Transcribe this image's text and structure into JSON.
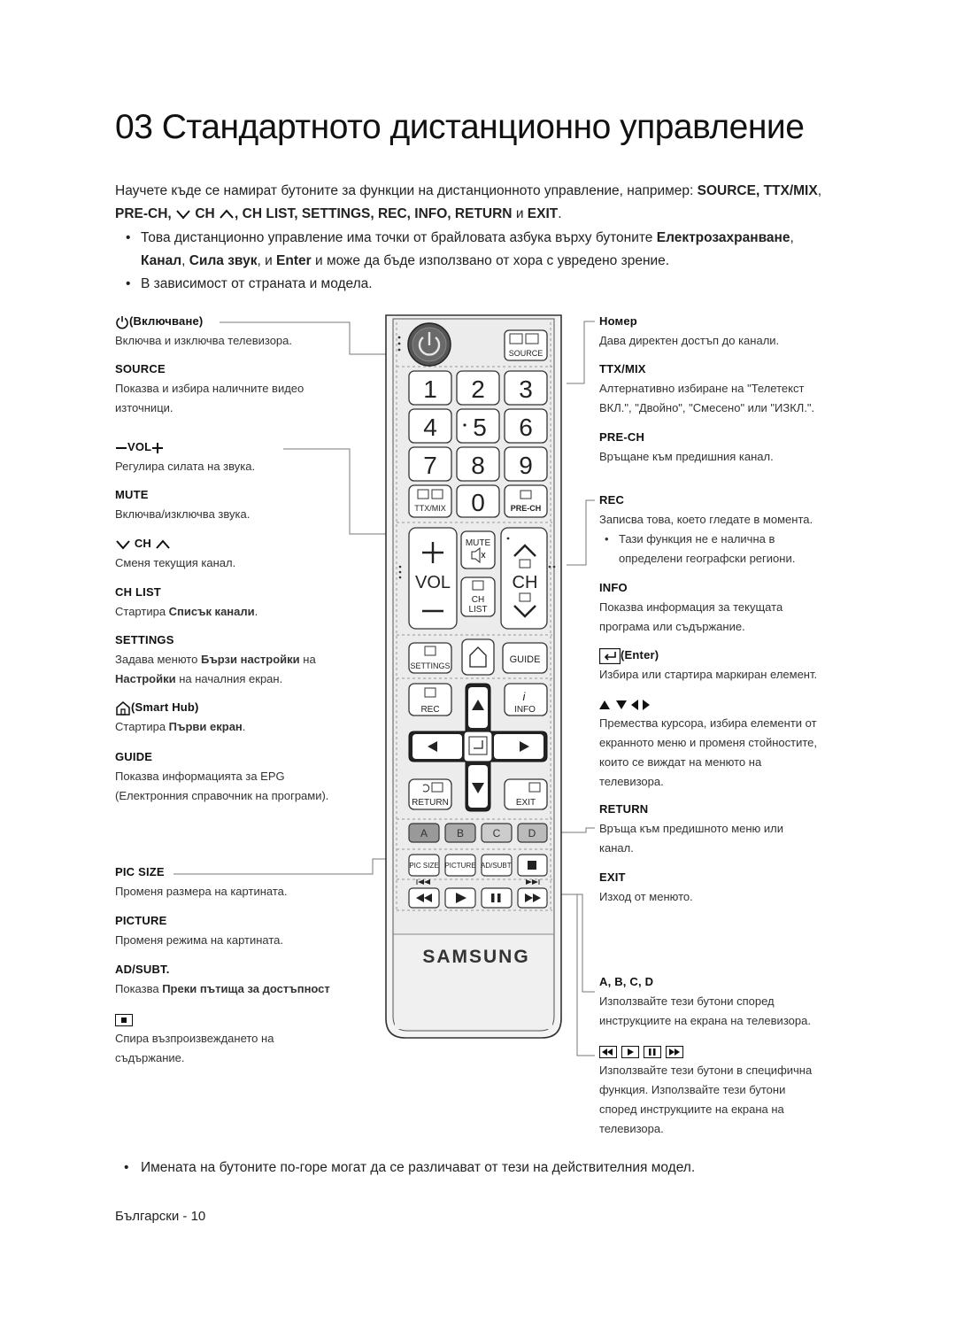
{
  "title": "03  Стандартното дистанционно управление",
  "intro": {
    "line1_pre": "Научете къде се намират бутоните за функции на дистанционното управление, например: ",
    "line1_keys": "SOURCE, TTX/MIX",
    "line1_post": ",",
    "line2_a": "PRE-CH, ",
    "line2_ch": " CH ",
    "line2_keys": ", CH LIST, SETTINGS, REC, INFO, RETURN",
    "line2_and": " и ",
    "line2_exit": "EXIT",
    "line2_end": "."
  },
  "bullets": [
    {
      "l1_pre": "Това дистанционно управление има точки от брайловата азбука върху бутоните ",
      "l1_b": "Електрозахранване",
      "l1_post": ",",
      "l2_b1": "Канал",
      "l2_s1": ", ",
      "l2_b2": "Сила звук",
      "l2_s2": ", и ",
      "l2_b3": "Enter",
      "l2_post": " и може да бъде използвано от хора с увредено зрение."
    },
    {
      "text": "В зависимост от страната и модела."
    }
  ],
  "left": {
    "power": {
      "title": "(Включване)",
      "desc": "Включва и изключва телевизора."
    },
    "source": {
      "title": "SOURCE",
      "desc1": "Показва и избира наличните видео",
      "desc2": "източници."
    },
    "vol": {
      "title": "VOL",
      "desc": "Регулира силата на звука."
    },
    "mute": {
      "title": "MUTE",
      "desc": "Включва/изключва звука."
    },
    "ch": {
      "title": "CH",
      "desc": "Сменя текущия канал."
    },
    "chlist": {
      "title": "CH LIST",
      "desc_pre": "Стартира ",
      "desc_b": "Списък канали",
      "desc_post": "."
    },
    "settings": {
      "title": "SETTINGS",
      "d1_pre": "Задава менюто ",
      "d1_b": "Бързи настройки",
      "d1_post": " на",
      "d2_b": "Настройки",
      "d2_post": " на началния екран."
    },
    "smarthub": {
      "title": "(Smart Hub)",
      "desc_pre": "Стартира ",
      "desc_b": "Първи екран",
      "desc_post": "."
    },
    "guide": {
      "title": "GUIDE",
      "desc1": "Показва информацията за EPG",
      "desc2": "(Електронния справочник на програми)."
    },
    "picsize": {
      "title": "PIC SIZE",
      "desc": "Променя размера на картината."
    },
    "picture": {
      "title": "PICTURE",
      "desc": "Променя режима на картината."
    },
    "adsubt": {
      "title": "AD/SUBT.",
      "desc_pre": "Показва ",
      "desc_b": "Преки пътища за достъпност"
    },
    "stop": {
      "desc1": "Спира възпроизвеждането на",
      "desc2": "съдържание."
    }
  },
  "right": {
    "number": {
      "title": "Номер",
      "desc": "Дава директен достъп до канали."
    },
    "ttxmix": {
      "title": "TTX/MIX",
      "desc1": "Алтернативно избиране на \"Телетекст",
      "desc2": "ВКЛ.\", \"Двойно\", \"Смесено\" или \"ИЗКЛ.\"."
    },
    "prech": {
      "title": "PRE-CH",
      "desc": "Връщане към предишния канал."
    },
    "rec": {
      "title": "REC",
      "desc": "Записва това, което гледате в момента.",
      "sub1": "Тази функция не е налична в",
      "sub2": "определени географски региони."
    },
    "info": {
      "title": "INFO",
      "desc1": "Показва информация за текущата",
      "desc2": "програма или съдържание."
    },
    "enter": {
      "title": "(Enter)",
      "desc": "Избира или стартира маркиран елемент."
    },
    "arrows": {
      "desc1": "Премества курсора, избира елементи от",
      "desc2": "екранното меню и променя стойностите,",
      "desc3": "които се виждат на менюто на",
      "desc4": "телевизора."
    },
    "return": {
      "title": "RETURN",
      "desc1": "Връща към предишното меню или",
      "desc2": "канал."
    },
    "exit": {
      "title": "EXIT",
      "desc": "Изход от менюто."
    },
    "abcd": {
      "title": "A, B, C, D",
      "desc1": "Използвайте тези бутони според",
      "desc2": "инструкциите на екрана на телевизора."
    },
    "media": {
      "desc1": "Използвайте тези бутони в специфична",
      "desc2": "функция. Използвайте тези бутони",
      "desc3": "според инструкциите на екрана на",
      "desc4": "телевизора."
    }
  },
  "remote": {
    "source": "SOURCE",
    "n1": "1",
    "n2": "2",
    "n3": "3",
    "n4": "4",
    "n5": "5",
    "n6": "6",
    "n7": "7",
    "n8": "8",
    "n9": "9",
    "n0": "0",
    "ttx": "TTX/MIX",
    "prech": "PRE-CH",
    "mute": "MUTE",
    "vol": "VOL",
    "ch": "CH",
    "chlist1": "CH",
    "chlist2": "LIST",
    "settings": "SETTINGS",
    "guide": "GUIDE",
    "rec": "REC",
    "info": "INFO",
    "return": "RETURN",
    "exit": "EXIT",
    "a": "A",
    "b": "B",
    "c": "C",
    "d": "D",
    "picsize": "PIC SIZE",
    "picture": "PICTURE",
    "adsubt": "AD/SUBT.",
    "brand": "SAMSUNG"
  },
  "note": "Имената на бутоните по-горе могат да се различават от тези на действителния модел.",
  "footer": "Български - 10"
}
